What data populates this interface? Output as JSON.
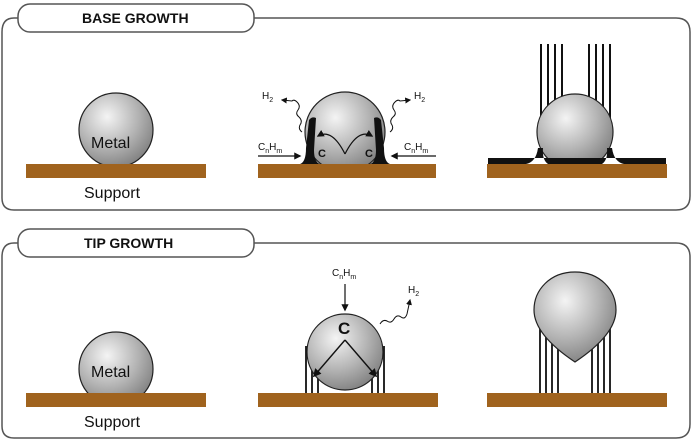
{
  "base_growth": {
    "title": "BASE GROWTH",
    "metal_label": "Metal",
    "support_label": "Support",
    "carbon_label": "C",
    "hydrocarbon": {
      "main": "C",
      "sub1": "n",
      "mid": "H",
      "sub2": "m"
    },
    "hydrogen": {
      "main": "H",
      "sub": "2"
    }
  },
  "tip_growth": {
    "title": "TIP GROWTH",
    "metal_label": "Metal",
    "support_label": "Support",
    "carbon_label": "C",
    "hydrocarbon": {
      "main": "C",
      "sub1": "n",
      "mid": "H",
      "sub2": "m"
    },
    "hydrogen": {
      "main": "H",
      "sub": "2"
    }
  },
  "colors": {
    "support": "#a0631e",
    "panel_border": "#555555",
    "carbon": "#111111",
    "sphere_light": "#f4f4f4",
    "sphere_dark": "#7c7c7c"
  }
}
